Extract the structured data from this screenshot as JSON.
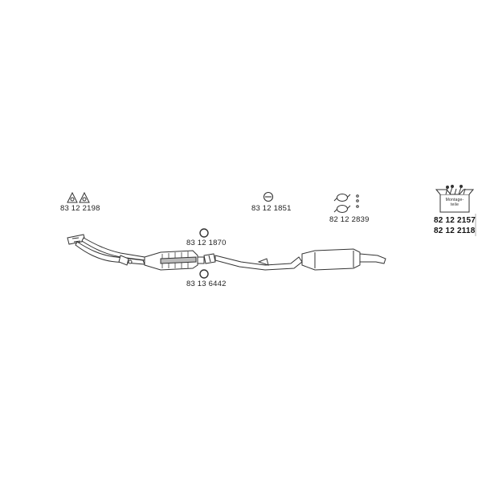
{
  "parts": {
    "flange_gasket": {
      "number": "83 12 2198",
      "icon": "triangular-gasket-icon"
    },
    "ring_upper": {
      "number": "83 12 1870",
      "icon": "ring-gasket-icon"
    },
    "ring_lower": {
      "number": "83 13 6442",
      "icon": "ring-gasket-icon"
    },
    "hanger_clamp": {
      "number": "83 12 1851",
      "icon": "clamp-icon"
    },
    "rubber_hangers": {
      "number": "82 12 2839",
      "icon": "rubber-hanger-icon"
    },
    "mounting_kit": {
      "numbers": [
        "82 12 2157",
        "82 12 2118"
      ],
      "box_text_line1": "Montage-",
      "box_text_line2": "teile",
      "icon": "mounting-kit-box-icon"
    }
  },
  "colors": {
    "line": "#333333",
    "fill": "#ffffff",
    "shade": "#bbbbbb"
  }
}
